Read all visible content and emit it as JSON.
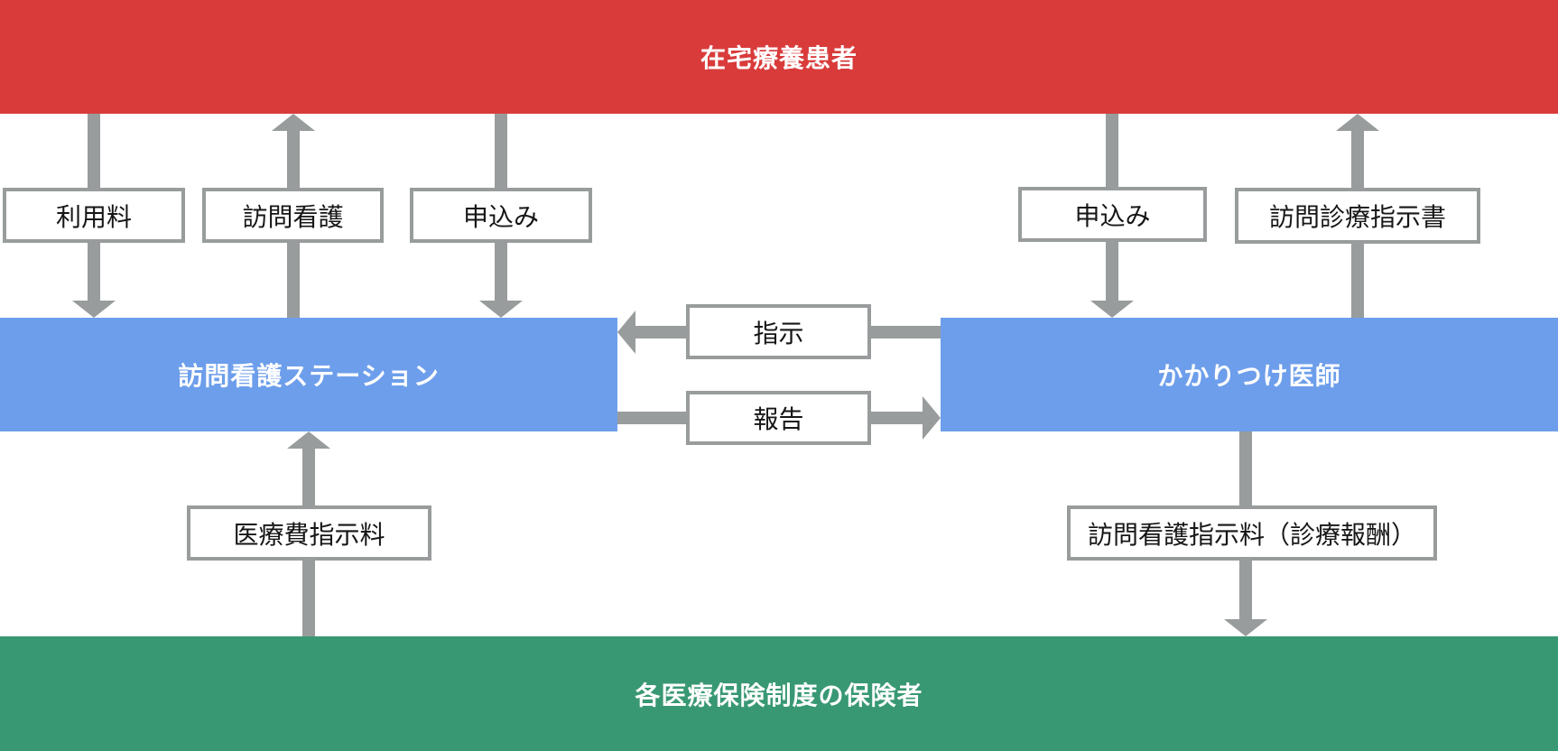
{
  "colors": {
    "patient_band_red": "#d93b3b",
    "entity_blue": "#6d9eeb",
    "insurer_green": "#389873",
    "arrow_gray": "#999c9c",
    "label_text": "#161616",
    "band_text": "#ffffff"
  },
  "bands": {
    "patient": "在宅療養患者",
    "station": "訪問看護ステーション",
    "doctor": "かかりつけ医師",
    "insurer": "各医療保険制度の保険者"
  },
  "flow_labels": {
    "usage_fee": "利用料",
    "visiting_nursing": "訪問看護",
    "application_left": "申込み",
    "application_right": "申込み",
    "visit_directive_doc": "訪問診療指示書",
    "instruction": "指示",
    "report": "報告",
    "medical_fee_directive": "医療費指示料",
    "nursing_directive_fee": "訪問看護指示料（診療報酬）"
  },
  "flows": [
    {
      "label": "利用料",
      "from": "在宅療養患者",
      "to": "訪問看護ステーション",
      "direction": "down"
    },
    {
      "label": "訪問看護",
      "from": "訪問看護ステーション",
      "to": "在宅療養患者",
      "direction": "up"
    },
    {
      "label": "申込み",
      "from": "在宅療養患者",
      "to": "訪問看護ステーション",
      "direction": "down"
    },
    {
      "label": "申込み",
      "from": "在宅療養患者",
      "to": "かかりつけ医師",
      "direction": "down"
    },
    {
      "label": "訪問診療指示書",
      "from": "かかりつけ医師",
      "to": "在宅療養患者",
      "direction": "up"
    },
    {
      "label": "指示",
      "from": "かかりつけ医師",
      "to": "訪問看護ステーション",
      "direction": "left"
    },
    {
      "label": "報告",
      "from": "訪問看護ステーション",
      "to": "かかりつけ医師",
      "direction": "right"
    },
    {
      "label": "医療費指示料",
      "from": "各医療保険制度の保険者",
      "to": "訪問看護ステーション",
      "direction": "up"
    },
    {
      "label": "訪問看護指示料（診療報酬）",
      "from": "かかりつけ医師",
      "to": "各医療保険制度の保険者",
      "direction": "down"
    }
  ]
}
